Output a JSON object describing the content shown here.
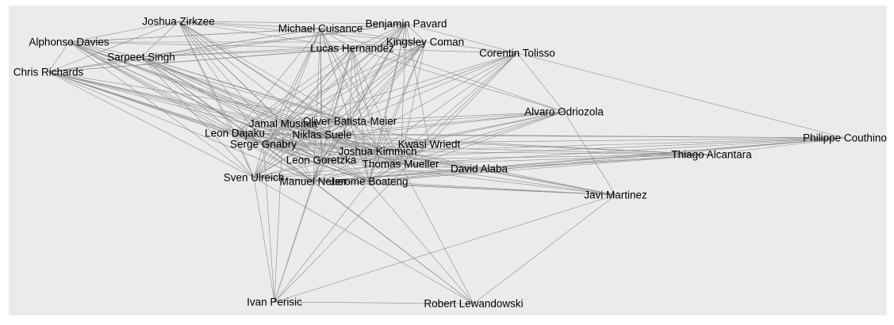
{
  "chart_data": {
    "type": "network",
    "nodes": [
      "Joshua Zirkzee",
      "Benjamin Pavard",
      "Michael Cuisance",
      "Alphonso Davies",
      "Kingsley Coman",
      "Lucas Hernandez",
      "Sarpeet Singh",
      "Corentin Tolisso",
      "Chris Richards",
      "Alvaro Odriozola",
      "Oliver Batista-Meier",
      "Jamal Musiala",
      "Leon Dajaku",
      "Niklas Suele",
      "Philippe Couthino",
      "Serge Gnabry",
      "Kwasi Wriedt",
      "Joshua Kimmich",
      "Thiago Alcantara",
      "Leon Goretzka",
      "Thomas Mueller",
      "David Alaba",
      "Sven Ulreich",
      "Manuel Neuer",
      "Jerome Boateng",
      "Javi Martinez",
      "Ivan Perisic",
      "Robert Lewandowski"
    ],
    "edges": [
      [
        0,
        1
      ],
      [
        0,
        2
      ],
      [
        0,
        3
      ],
      [
        0,
        4
      ],
      [
        0,
        5
      ],
      [
        0,
        6
      ],
      [
        0,
        8
      ],
      [
        0,
        10
      ],
      [
        0,
        11
      ],
      [
        0,
        12
      ],
      [
        0,
        13
      ],
      [
        0,
        15
      ],
      [
        0,
        17
      ],
      [
        0,
        19
      ],
      [
        0,
        20
      ],
      [
        0,
        22
      ],
      [
        0,
        23
      ],
      [
        1,
        2
      ],
      [
        1,
        3
      ],
      [
        1,
        4
      ],
      [
        1,
        5
      ],
      [
        1,
        6
      ],
      [
        1,
        7
      ],
      [
        1,
        8
      ],
      [
        1,
        10
      ],
      [
        1,
        11
      ],
      [
        1,
        12
      ],
      [
        1,
        13
      ],
      [
        1,
        15
      ],
      [
        1,
        16
      ],
      [
        1,
        17
      ],
      [
        1,
        19
      ],
      [
        1,
        20
      ],
      [
        1,
        22
      ],
      [
        1,
        23
      ],
      [
        1,
        24
      ],
      [
        2,
        3
      ],
      [
        2,
        4
      ],
      [
        2,
        5
      ],
      [
        2,
        6
      ],
      [
        2,
        8
      ],
      [
        2,
        9
      ],
      [
        2,
        10
      ],
      [
        2,
        11
      ],
      [
        2,
        12
      ],
      [
        2,
        13
      ],
      [
        2,
        15
      ],
      [
        2,
        17
      ],
      [
        2,
        19
      ],
      [
        2,
        20
      ],
      [
        2,
        22
      ],
      [
        2,
        23
      ],
      [
        2,
        24
      ],
      [
        3,
        4
      ],
      [
        3,
        5
      ],
      [
        3,
        6
      ],
      [
        3,
        8
      ],
      [
        3,
        10
      ],
      [
        3,
        11
      ],
      [
        3,
        12
      ],
      [
        3,
        13
      ],
      [
        3,
        15
      ],
      [
        3,
        17
      ],
      [
        3,
        19
      ],
      [
        3,
        20
      ],
      [
        3,
        22
      ],
      [
        3,
        23
      ],
      [
        3,
        24
      ],
      [
        4,
        5
      ],
      [
        4,
        6
      ],
      [
        4,
        7
      ],
      [
        4,
        8
      ],
      [
        4,
        10
      ],
      [
        4,
        11
      ],
      [
        4,
        12
      ],
      [
        4,
        13
      ],
      [
        4,
        15
      ],
      [
        4,
        17
      ],
      [
        4,
        19
      ],
      [
        4,
        20
      ],
      [
        4,
        22
      ],
      [
        4,
        23
      ],
      [
        4,
        24
      ],
      [
        5,
        6
      ],
      [
        5,
        7
      ],
      [
        5,
        8
      ],
      [
        5,
        9
      ],
      [
        5,
        10
      ],
      [
        5,
        11
      ],
      [
        5,
        12
      ],
      [
        5,
        13
      ],
      [
        5,
        15
      ],
      [
        5,
        17
      ],
      [
        5,
        19
      ],
      [
        5,
        20
      ],
      [
        5,
        22
      ],
      [
        5,
        23
      ],
      [
        5,
        24
      ],
      [
        6,
        8
      ],
      [
        6,
        10
      ],
      [
        6,
        11
      ],
      [
        6,
        12
      ],
      [
        6,
        13
      ],
      [
        6,
        15
      ],
      [
        6,
        16
      ],
      [
        6,
        17
      ],
      [
        6,
        19
      ],
      [
        6,
        20
      ],
      [
        6,
        22
      ],
      [
        6,
        23
      ],
      [
        6,
        24
      ],
      [
        7,
        9
      ],
      [
        7,
        11
      ],
      [
        7,
        13
      ],
      [
        7,
        14
      ],
      [
        7,
        15
      ],
      [
        7,
        17
      ],
      [
        7,
        19
      ],
      [
        7,
        20
      ],
      [
        7,
        24
      ],
      [
        7,
        26
      ],
      [
        8,
        10
      ],
      [
        8,
        11
      ],
      [
        8,
        12
      ],
      [
        8,
        13
      ],
      [
        8,
        15
      ],
      [
        8,
        17
      ],
      [
        8,
        19
      ],
      [
        8,
        20
      ],
      [
        8,
        22
      ],
      [
        8,
        23
      ],
      [
        8,
        24
      ],
      [
        9,
        11
      ],
      [
        9,
        12
      ],
      [
        9,
        13
      ],
      [
        9,
        15
      ],
      [
        9,
        17
      ],
      [
        9,
        19
      ],
      [
        9,
        20
      ],
      [
        9,
        23
      ],
      [
        9,
        24
      ],
      [
        9,
        25
      ],
      [
        10,
        11
      ],
      [
        10,
        12
      ],
      [
        10,
        13
      ],
      [
        10,
        15
      ],
      [
        10,
        17
      ],
      [
        10,
        19
      ],
      [
        10,
        20
      ],
      [
        10,
        22
      ],
      [
        10,
        23
      ],
      [
        10,
        24
      ],
      [
        11,
        12
      ],
      [
        11,
        13
      ],
      [
        11,
        15
      ],
      [
        11,
        17
      ],
      [
        11,
        19
      ],
      [
        11,
        20
      ],
      [
        11,
        22
      ],
      [
        11,
        23
      ],
      [
        11,
        24
      ],
      [
        11,
        26
      ],
      [
        12,
        13
      ],
      [
        12,
        14
      ],
      [
        12,
        15
      ],
      [
        12,
        17
      ],
      [
        12,
        18
      ],
      [
        12,
        19
      ],
      [
        12,
        20
      ],
      [
        12,
        21
      ],
      [
        12,
        22
      ],
      [
        12,
        23
      ],
      [
        12,
        24
      ],
      [
        13,
        14
      ],
      [
        13,
        15
      ],
      [
        13,
        17
      ],
      [
        13,
        18
      ],
      [
        13,
        19
      ],
      [
        13,
        20
      ],
      [
        13,
        21
      ],
      [
        13,
        22
      ],
      [
        13,
        23
      ],
      [
        13,
        24
      ],
      [
        13,
        25
      ],
      [
        14,
        15
      ],
      [
        14,
        17
      ],
      [
        14,
        18
      ],
      [
        14,
        19
      ],
      [
        14,
        20
      ],
      [
        14,
        21
      ],
      [
        14,
        23
      ],
      [
        14,
        24
      ],
      [
        15,
        16
      ],
      [
        15,
        17
      ],
      [
        15,
        18
      ],
      [
        15,
        19
      ],
      [
        15,
        20
      ],
      [
        15,
        21
      ],
      [
        15,
        22
      ],
      [
        15,
        23
      ],
      [
        15,
        24
      ],
      [
        15,
        26
      ],
      [
        15,
        27
      ],
      [
        16,
        17
      ],
      [
        16,
        19
      ],
      [
        16,
        20
      ],
      [
        16,
        24
      ],
      [
        17,
        18
      ],
      [
        17,
        19
      ],
      [
        17,
        20
      ],
      [
        17,
        21
      ],
      [
        17,
        22
      ],
      [
        17,
        23
      ],
      [
        17,
        24
      ],
      [
        17,
        25
      ],
      [
        18,
        19
      ],
      [
        18,
        20
      ],
      [
        18,
        21
      ],
      [
        18,
        23
      ],
      [
        18,
        24
      ],
      [
        19,
        20
      ],
      [
        19,
        21
      ],
      [
        19,
        22
      ],
      [
        19,
        23
      ],
      [
        19,
        24
      ],
      [
        19,
        25
      ],
      [
        19,
        26
      ],
      [
        20,
        21
      ],
      [
        20,
        22
      ],
      [
        20,
        23
      ],
      [
        20,
        24
      ],
      [
        20,
        25
      ],
      [
        20,
        27
      ],
      [
        21,
        22
      ],
      [
        21,
        23
      ],
      [
        21,
        24
      ],
      [
        21,
        25
      ],
      [
        22,
        23
      ],
      [
        22,
        24
      ],
      [
        22,
        25
      ],
      [
        22,
        26
      ],
      [
        22,
        27
      ],
      [
        23,
        24
      ],
      [
        23,
        25
      ],
      [
        23,
        26
      ],
      [
        23,
        27
      ],
      [
        24,
        25
      ],
      [
        24,
        26
      ],
      [
        24,
        27
      ],
      [
        25,
        26
      ],
      [
        25,
        27
      ],
      [
        26,
        27
      ]
    ]
  }
}
